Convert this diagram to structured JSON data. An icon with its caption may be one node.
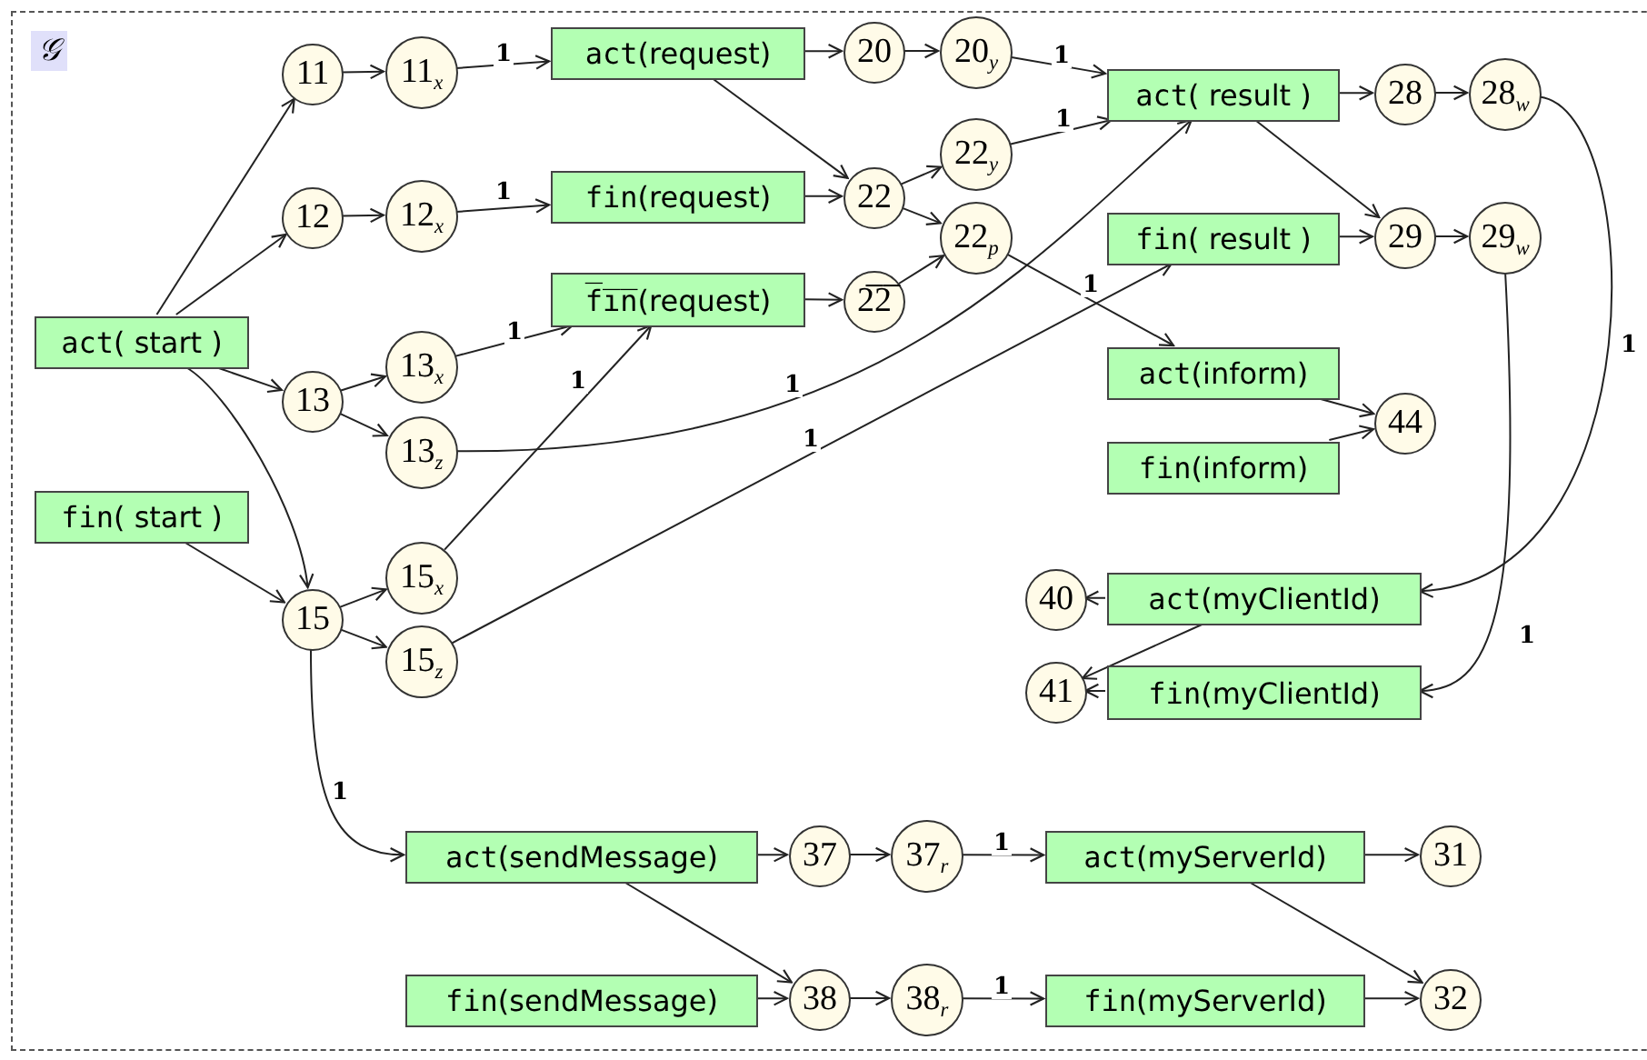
{
  "diagram": {
    "nodes": [
      {
        "text": [
          "𝒢"
        ]
      },
      {
        "text": [
          "act( start )"
        ],
        "in": 0
      },
      {
        "text": [
          "fin( start )"
        ],
        "in": 0
      },
      {
        "text": [
          "11"
        ],
        "in": 0
      },
      {
        "text": [
          "11$_{x}$"
        ],
        "in": 0
      },
      {
        "text": [
          "12"
        ],
        "in": 0
      },
      {
        "text": [
          "12$_{x}$"
        ],
        "in": 0
      },
      {
        "text": [
          "13"
        ],
        "in": 0
      },
      {
        "text": [
          "13$_{x}$"
        ],
        "in": 0
      },
      {
        "text": [
          "13$_{z}$"
        ],
        "in": 0
      },
      {
        "text": [
          "15"
        ],
        "in": 0
      },
      {
        "text": [
          "15$_{x}$"
        ],
        "in": 0
      },
      {
        "text": [
          "15$_{z}$"
        ],
        "in": 0
      },
      {
        "text": [
          "act(request)"
        ],
        "in": 0
      },
      {
        "text": [
          "fin(request)"
        ],
        "in": 0
      },
      {
        "text": [
          "f̅i̅n̅(request)"
        ],
        "in": 0
      },
      {
        "text": [
          "20"
        ],
        "in": 0
      },
      {
        "text": [
          "20$_{y}$"
        ],
        "in": 0
      },
      {
        "text": [
          "22"
        ],
        "in": 0
      },
      {
        "text": [
          "22$_{y}$"
        ],
        "in": 0
      },
      {
        "text": [
          "22$_{p}$"
        ],
        "in": 0
      },
      {
        "text": [
          "2̅2̅"
        ],
        "in": 0
      },
      {
        "text": [
          "act( result )"
        ],
        "in": 0
      },
      {
        "text": [
          "fin( result )"
        ],
        "in": 0
      },
      {
        "text": [
          "28"
        ],
        "in": 0
      },
      {
        "text": [
          "28$_{w}$"
        ],
        "in": 0
      },
      {
        "text": [
          "29"
        ],
        "in": 0
      },
      {
        "text": [
          "29$_{w}$"
        ],
        "in": 0
      },
      {
        "text": [
          "act(inform)"
        ],
        "in": 0
      },
      {
        "text": [
          "fin(inform)"
        ],
        "in": 0
      },
      {
        "text": [
          "44"
        ],
        "in": 0
      },
      {
        "text": [
          "40"
        ],
        "in": 0
      },
      {
        "text": [
          "act(myClientId)"
        ],
        "in": 0
      },
      {
        "text": [
          "41"
        ],
        "in": 0
      },
      {
        "text": [
          "fin(myClientId)"
        ],
        "in": 0
      },
      {
        "text": [
          "act(sendMessage)"
        ],
        "in": 0
      },
      {
        "text": [
          "fin(sendMessage)"
        ],
        "in": 0
      },
      {
        "text": [
          "37"
        ],
        "in": 0
      },
      {
        "text": [
          "37$_{r}$"
        ],
        "in": 0
      },
      {
        "text": [
          "38"
        ],
        "in": 0
      },
      {
        "text": [
          "38$_{r}$"
        ],
        "in": 0
      },
      {
        "text": [
          "act(myServerId)"
        ],
        "in": 0
      },
      {
        "text": [
          "fin(myServerId)"
        ],
        "in": 0
      },
      {
        "text": [
          "31"
        ],
        "in": 0
      },
      {
        "text": [
          "32"
        ],
        "in": 0
      }
    ],
    "edges": [
      {
        "from": 1,
        "to": 3,
        "arrow": "to"
      },
      {
        "from": 1,
        "to": 5,
        "arrow": "to"
      },
      {
        "from": 1,
        "to": 7,
        "arrow": "to"
      },
      {
        "from": 1,
        "to": 10,
        "arrow": "to"
      },
      {
        "from": 2,
        "to": 10,
        "arrow": "to"
      },
      {
        "from": 3,
        "to": 4,
        "arrow": "to"
      },
      {
        "from": 5,
        "to": 6,
        "arrow": "to"
      },
      {
        "from": 7,
        "to": 8,
        "arrow": "to"
      },
      {
        "from": 7,
        "to": 9,
        "arrow": "to"
      },
      {
        "from": 10,
        "to": 11,
        "arrow": "to"
      },
      {
        "from": 10,
        "to": 12,
        "arrow": "to"
      },
      {
        "from": 4,
        "to": 13,
        "arrow": "to",
        "label": "1"
      },
      {
        "from": 6,
        "to": 14,
        "arrow": "to",
        "label": "1"
      },
      {
        "from": 8,
        "to": 15,
        "arrow": "to",
        "label": "1"
      },
      {
        "from": 11,
        "to": 15,
        "arrow": "to",
        "label": "1"
      },
      {
        "from": 9,
        "to": 22,
        "arrow": "to",
        "label": "1"
      },
      {
        "from": 12,
        "to": 23,
        "arrow": "to",
        "label": "1"
      },
      {
        "from": 13,
        "to": 16,
        "arrow": "to"
      },
      {
        "from": 13,
        "to": 18,
        "arrow": "to"
      },
      {
        "from": 14,
        "to": 18,
        "arrow": "to"
      },
      {
        "from": 15,
        "to": 21,
        "arrow": "to"
      },
      {
        "from": 16,
        "to": 17,
        "arrow": "to"
      },
      {
        "from": 17,
        "to": 22,
        "arrow": "to",
        "label": "1"
      },
      {
        "from": 18,
        "to": 19,
        "arrow": "to"
      },
      {
        "from": 18,
        "to": 20,
        "arrow": "to"
      },
      {
        "from": 19,
        "to": 22,
        "arrow": "to",
        "label": "1"
      },
      {
        "from": 21,
        "to": 20,
        "arrow": "to"
      },
      {
        "from": 20,
        "to": 28,
        "arrow": "to",
        "label": "1"
      },
      {
        "from": 22,
        "to": 24,
        "arrow": "to"
      },
      {
        "from": 22,
        "to": 26,
        "arrow": "to"
      },
      {
        "from": 23,
        "to": 26,
        "arrow": "to"
      },
      {
        "from": 24,
        "to": 25,
        "arrow": "to"
      },
      {
        "from": 26,
        "to": 27,
        "arrow": "to"
      },
      {
        "from": 25,
        "to": 32,
        "arrow": "to",
        "label": "1"
      },
      {
        "from": 27,
        "to": 34,
        "arrow": "to",
        "label": "1"
      },
      {
        "from": 28,
        "to": 30,
        "arrow": "to"
      },
      {
        "from": 29,
        "to": 30,
        "arrow": "to"
      },
      {
        "from": 32,
        "to": 31,
        "arrow": "to"
      },
      {
        "from": 32,
        "to": 33,
        "arrow": "to"
      },
      {
        "from": 34,
        "to": 33,
        "arrow": "to"
      },
      {
        "from": 10,
        "to": 35,
        "arrow": "to",
        "label": "1"
      },
      {
        "from": 35,
        "to": 37,
        "arrow": "to"
      },
      {
        "from": 35,
        "to": 39,
        "arrow": "to"
      },
      {
        "from": 36,
        "to": 39,
        "arrow": "to"
      },
      {
        "from": 37,
        "to": 38,
        "arrow": "to"
      },
      {
        "from": 39,
        "to": 40,
        "arrow": "to"
      },
      {
        "from": 38,
        "to": 41,
        "arrow": "to",
        "label": "1"
      },
      {
        "from": 40,
        "to": 42,
        "arrow": "to",
        "label": "1"
      },
      {
        "from": 41,
        "to": 43,
        "arrow": "to"
      },
      {
        "from": 41,
        "to": 44,
        "arrow": "to"
      },
      {
        "from": 42,
        "to": 44,
        "arrow": "to"
      }
    ]
  }
}
